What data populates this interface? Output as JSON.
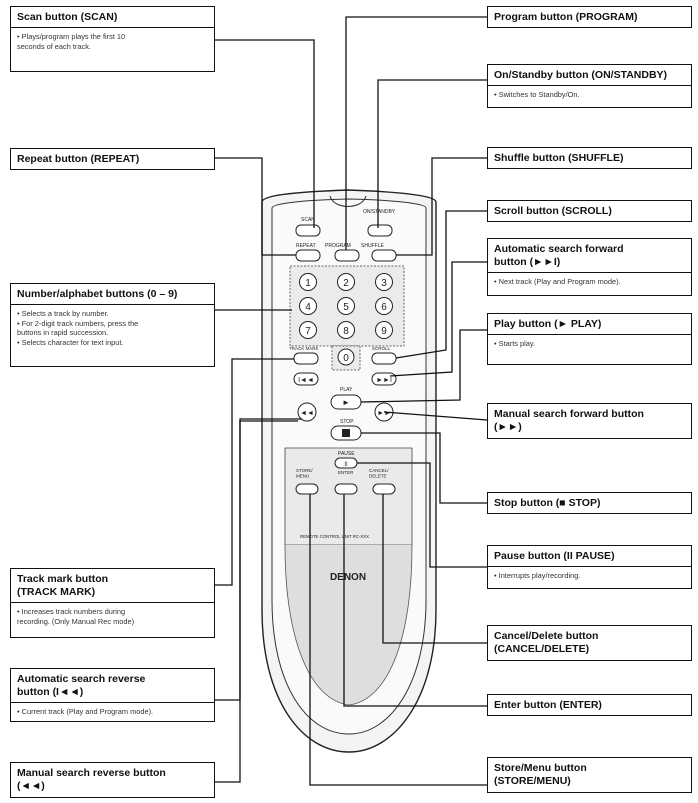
{
  "callouts": {
    "scan": {
      "title": "Scan button (SCAN)",
      "desc": [
        "• Plays/program plays the first 10",
        "  seconds of each track."
      ]
    },
    "repeat": {
      "title": "Repeat button (REPEAT)"
    },
    "number": {
      "title": "Number/alphabet buttons (0 – 9)",
      "desc": [
        "• Selects a track by number.",
        "• For 2-digit track numbers, press the",
        "  buttons in rapid succession.",
        "• Selects character for text input."
      ]
    },
    "trackmark": {
      "title": "Track mark button\n(TRACK MARK)",
      "desc": [
        "• Increases track numbers during",
        "  recording. (Only Manual Rec mode)"
      ]
    },
    "autorev": {
      "title": "Automatic search reverse\nbutton (I◄◄)",
      "desc": [
        "• Current track (Play and Program mode)."
      ]
    },
    "manrev": {
      "title": "Manual search reverse button\n(◄◄)"
    },
    "program": {
      "title": "Program button (PROGRAM)"
    },
    "standby": {
      "title": "On/Standby button (ON/STANDBY)",
      "desc": [
        "• Switches to Standby/On."
      ]
    },
    "shuffle": {
      "title": "Shuffle button (SHUFFLE)"
    },
    "scroll": {
      "title": "Scroll button (SCROLL)"
    },
    "autofwd": {
      "title": "Automatic search forward\nbutton (►►I)",
      "desc": [
        "• Next track (Play and Program mode)."
      ]
    },
    "play": {
      "title": "Play button (► PLAY)",
      "desc": [
        "• Starts play."
      ]
    },
    "manfwd": {
      "title": "Manual search forward button\n(►►)"
    },
    "stop": {
      "title": "Stop button (■ STOP)"
    },
    "pause": {
      "title": "Pause button (II PAUSE)",
      "desc": [
        "• Interrupts play/recording."
      ]
    },
    "cancel": {
      "title": "Cancel/Delete button\n(CANCEL/DELETE)"
    },
    "enter": {
      "title": "Enter button (ENTER)"
    },
    "store": {
      "title": "Store/Menu button\n(STORE/MENU)"
    }
  },
  "remote": {
    "brand": "DENON",
    "labels": {
      "scan": "SCAN",
      "on_standby": "ON/STANDBY",
      "repeat": "REPEAT",
      "program": "PROGRAM",
      "shuffle": "SHUFFLE",
      "track_mark": "TRACK MARK",
      "scroll": "SCROLL",
      "play": "PLAY",
      "stop": "STOP",
      "pause": "PAUSE",
      "store_menu": "STORE/\nMENU",
      "enter": "ENTER",
      "cancel_delete": "CANCEL/\nDELETE",
      "footer": "REMOTE CONTROL UNIT RC-XXX"
    },
    "digits": [
      "1",
      "2",
      "3",
      "4",
      "5",
      "6",
      "7",
      "8",
      "9",
      "0"
    ]
  }
}
